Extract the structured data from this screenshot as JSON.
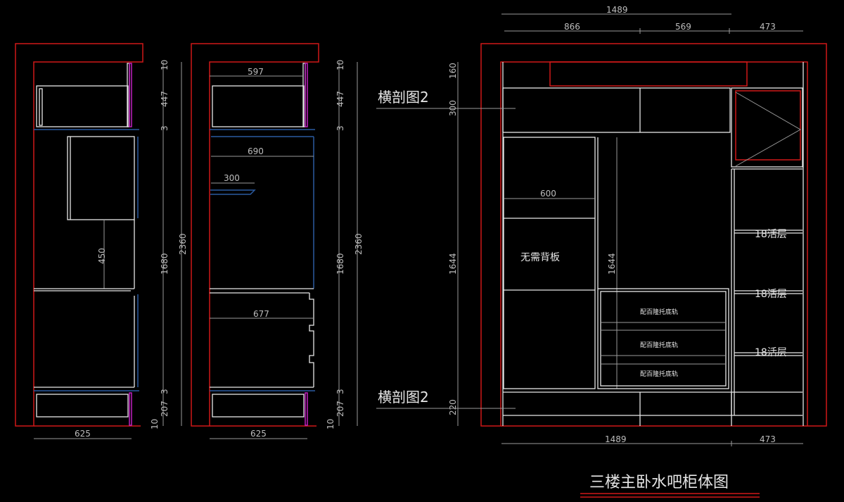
{
  "title": "三楼主卧水吧柜体图",
  "colors": {
    "wall": "#d01818",
    "line": "#e8e8e8",
    "dim": "#bdbdbd",
    "door": "#c020c0",
    "edge": "#2a5aa0"
  },
  "side_view_1": {
    "dims": {
      "top_gap": "10",
      "upper": "447",
      "gap1": "3",
      "middle": "1680",
      "gap2": "3",
      "lower": "207",
      "bottom_gap": "10",
      "total": "2360",
      "width": "625",
      "inner": "450"
    }
  },
  "side_view_2": {
    "dims": {
      "top_gap": "10",
      "upper": "447",
      "gap1": "3",
      "middle": "1680",
      "gap2": "3",
      "lower": "207",
      "bottom_gap": "10",
      "total": "2360",
      "width": "625",
      "w597": "597",
      "w690": "690",
      "w300": "300",
      "w677": "677"
    }
  },
  "front_view": {
    "top_dims": {
      "total": "1489",
      "a": "866",
      "b": "569",
      "c": "473"
    },
    "bottom_dims": {
      "total": "1489",
      "c": "473"
    },
    "left_dims": {
      "top": "160",
      "upper": "300",
      "middle": "1644",
      "bottom": "220"
    },
    "inner_dims": {
      "w600": "600",
      "h1644": "1644"
    },
    "section_labels": [
      "横剖图2",
      "横剖图2"
    ],
    "no_back_panel": "无需背板",
    "drawer_notes": [
      "配百隆托底轨",
      "配百隆托底轨",
      "配百隆托底轨"
    ],
    "shelf_notes": [
      "18活层",
      "18活层",
      "18活层"
    ]
  }
}
